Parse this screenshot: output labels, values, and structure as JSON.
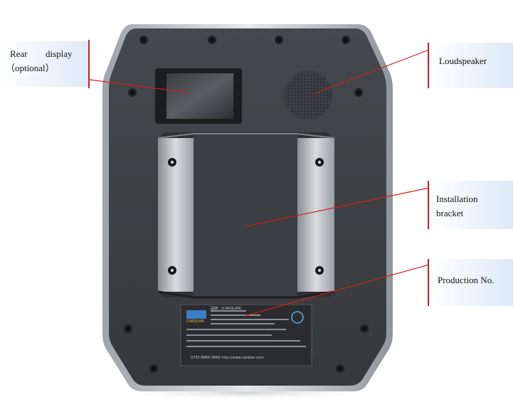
{
  "labels": {
    "rear_display_line1_left": "Rear",
    "rear_display_line1_right": "display",
    "rear_display_line2": "（optional）",
    "loudspeaker": "Loudspeaker",
    "installation_bracket_line1": "Installation",
    "installation_bracket_line2": "bracket",
    "production_no": "Production No."
  },
  "nameplate": {
    "brand": "CARDLAN",
    "line_brand": "品牌：(CARDLAN)",
    "line_url": "0755-8866 0666  http://www.cardlan.com"
  },
  "colors": {
    "leader_line": "#d21f1f",
    "device_body": "#3e4145",
    "device_edge": "#bfc3c8"
  }
}
